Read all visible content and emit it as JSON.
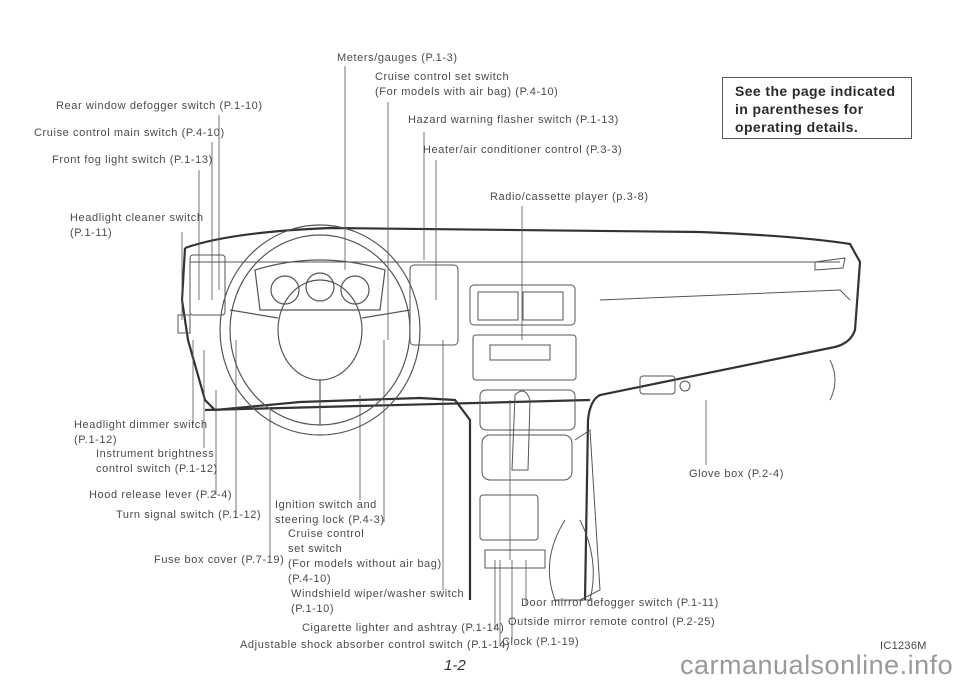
{
  "note_box": {
    "lines": [
      "See the page indicated",
      "in parentheses for",
      "operating details."
    ]
  },
  "labels": {
    "meters": "Meters/gauges (P.1-3)",
    "cruise_set_airbag_1": "Cruise control set switch",
    "cruise_set_airbag_2": "(For models with air bag) (P.4-10)",
    "rear_defogger": "Rear window defogger switch (P.1-10)",
    "cruise_main": "Cruise control main switch (P.4-10)",
    "front_fog": "Front fog light switch (P.1-13)",
    "hazard": "Hazard warning flasher switch (P.1-13)",
    "heater": "Heater/air conditioner control (P.3-3)",
    "radio": "Radio/cassette player (p.3-8)",
    "headlight_cleaner_1": "Headlight cleaner switch",
    "headlight_cleaner_2": "(P.1-11)",
    "dimmer_1": "Headlight dimmer switch",
    "dimmer_2": "(P.1-12)",
    "instrument_1": "Instrument brightness",
    "instrument_2": "control switch (P.1-12)",
    "hood": "Hood release lever (P.2-4)",
    "turn_signal": "Turn signal switch (P.1-12)",
    "ignition_1": "Ignition switch and",
    "ignition_2": "steering lock (P.4-3)",
    "cruise_noairbag_1": "Cruise control",
    "cruise_noairbag_2": "set switch",
    "cruise_noairbag_3": "(For models without air bag)",
    "cruise_noairbag_4": "(P.4-10)",
    "fuse_box": "Fuse box cover (P.7-19)",
    "wiper_1": "Windshield wiper/washer switch",
    "wiper_2": "(P.1-10)",
    "cigarette": "Cigarette lighter and ashtray (P.1-14)",
    "shock": "Adjustable shock absorber control switch (P.1-14)",
    "door_mirror": "Door mirror defogger switch (P.1-11)",
    "outside_mirror": "Outside mirror remote control (P.2-25)",
    "clock": "Clock (P.1-19)",
    "glove_box": "Glove box (P.2-4)"
  },
  "figure_code": "IC1236M",
  "page_number": "1-2",
  "watermark": "carmanualsonline.info"
}
